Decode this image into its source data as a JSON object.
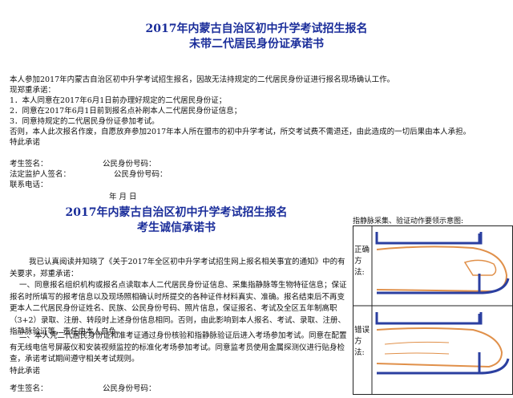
{
  "doc1": {
    "title_line1": "2017年内蒙古自治区初中升学考试招生报名",
    "title_line2": "未带二代居民身份证承诺书",
    "intro": "本人参加2017年内蒙古自治区初中升学考试招生报名，因故无法持规定的二代居民身份证进行报名现场确认工作。",
    "now_promise": "现郑重承诺：",
    "items": [
      "1．本人同意在2017年6月1日前办理好规定的二代居民身份证；",
      "2．同意在2017年6月1日前到报名点补刷本人二代居民身份证信息；",
      "3．同意持规定的二代居民身份证参加考试。"
    ],
    "otherwise": "否则，本人此次报名作废，自愿放弃参加2017年本人所在盟市的初中升学考试，所交考试费不需退还，由此造成的一切后果由本人承担。",
    "special": "特此承诺",
    "sign_student": "考生签名：",
    "sign_id": "公民身份号码：",
    "sign_guardian": "法定监护人签名：",
    "sign_guardian_id": "公民身份号码：",
    "phone": "联系电话：",
    "date": "年 月 日"
  },
  "doc2": {
    "title_line1": "2017年内蒙古自治区初中升学考试招生报名",
    "title_line2": "考生诚信承诺书",
    "intro": "我已认真阅读并知晓了《关于2017年全区初中升学考试招生网上报名相关事宜的通知》中的有关要求，郑重承诺：",
    "item1": "一、同意报名组织机构或报名点读取本人二代居民身份证信息、采集指静脉等生物特征信息；保证报名时所填写的报考信息以及现场照相确认时所提交的各种证件材料真实、准确。报名结束后不再变更本人二代居民身份证姓名、民族、公民身份号码、照片信息，保证报名、考试及全区五年制高职（3+2）录取、注册、转段时上述身份信息相同。否则，由此影响到本人报名、考试、录取、注册、指静脉验证等，责任由本人自负。",
    "item2": "二、本人凭二代居民身份证和准考证通过身份核验和指静脉验证后进入考场参加考试。同意在配置有无线电信号屏蔽仪和安装视频监控的标准化考场参加考试。同意监考员使用金属探测仪进行贴身检查，承诺考试期间遵守相关考试规则。",
    "special": "特此承诺",
    "sign_student": "考生签名：",
    "sign_id": "公民身份号码："
  },
  "diagram": {
    "caption": "指静脉采集、验证动作要领示意图:",
    "correct_label": "正确方法:",
    "wrong_label": "错误方法:"
  }
}
